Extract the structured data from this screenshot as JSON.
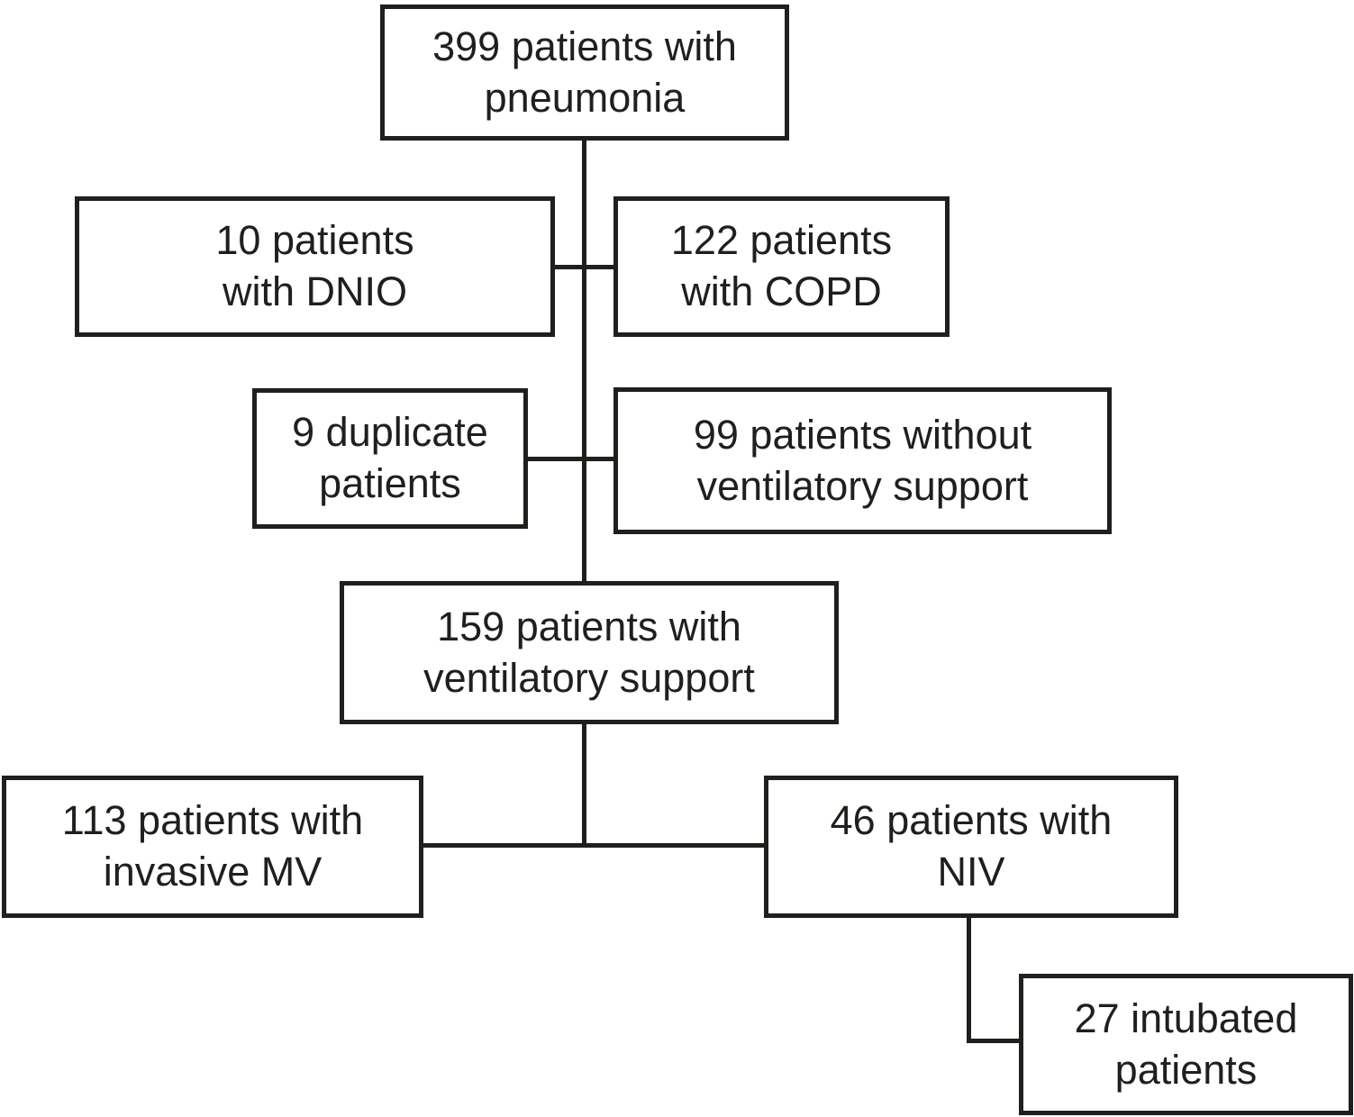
{
  "figure": {
    "type": "flowchart",
    "description": "Patient flow diagram for pneumonia study",
    "background_color": "#ffffff",
    "line_color": "#1f1f1d",
    "text_color": "#1f1f1d",
    "nodes": {
      "pneumonia": "399 patients with\npneumonia",
      "dnio": "10 patients\nwith DNIO",
      "copd": "122 patients\nwith COPD",
      "duplicate": "9 duplicate\npatients",
      "no_ventilatory_support": "99 patients without\nventilatory support",
      "ventilatory_support": "159 patients with\nventilatory support",
      "invasive_mv": "113 patients with\ninvasive MV",
      "niv": "46 patients with\nNIV",
      "intubated": "27 intubated\npatients"
    },
    "edges": [
      {
        "from": "pneumonia",
        "to": "dnio"
      },
      {
        "from": "pneumonia",
        "to": "copd"
      },
      {
        "from": "pneumonia",
        "to": "duplicate"
      },
      {
        "from": "pneumonia",
        "to": "no_ventilatory_support"
      },
      {
        "from": "pneumonia",
        "to": "ventilatory_support"
      },
      {
        "from": "ventilatory_support",
        "to": "invasive_mv"
      },
      {
        "from": "ventilatory_support",
        "to": "niv"
      },
      {
        "from": "niv",
        "to": "intubated"
      }
    ]
  }
}
